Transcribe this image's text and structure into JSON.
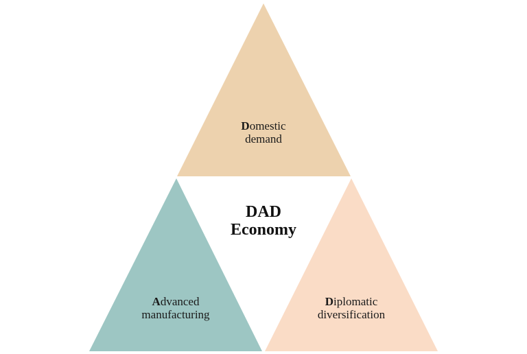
{
  "center": {
    "line1": "DAD",
    "line2": "Economy"
  },
  "triangles": [
    {
      "id": "domestic",
      "initial": "D",
      "line1_rest": "omestic",
      "line2": "demand",
      "color": "#EDD2AE"
    },
    {
      "id": "advanced",
      "initial": "A",
      "line1_rest": "dvanced",
      "line2": "manufacturing",
      "color": "#9DC6C3"
    },
    {
      "id": "diplomatic",
      "initial": "D",
      "line1_rest": "iplomatic",
      "line2": "diversification",
      "color": "#FADCC6"
    }
  ]
}
